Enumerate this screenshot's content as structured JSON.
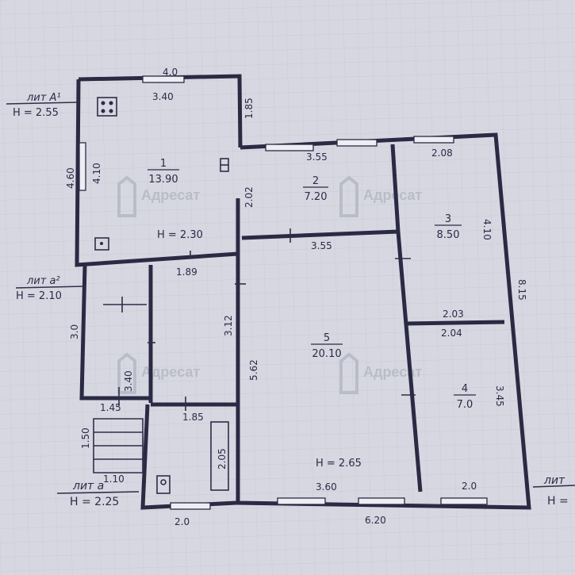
{
  "colors": {
    "paper": "#d7d7e1",
    "ink": "#2c2a48",
    "watermark": "#b9bcc9"
  },
  "watermark": {
    "text": "Адресат"
  },
  "labels": {
    "lit_A1": "лит А¹",
    "h_A1": "H = 2.55",
    "lit_a2": "лит а²",
    "h_a2": "H = 2.10",
    "lit_a": "лит а",
    "h_a": "H = 2.25",
    "lit_right": "лит",
    "h_right": "H ="
  },
  "rooms": [
    {
      "number": "1",
      "area": "13.90"
    },
    {
      "number": "2",
      "area": "7.20"
    },
    {
      "number": "3",
      "area": "8.50"
    },
    {
      "number": "4",
      "area": "7.0"
    },
    {
      "number": "5",
      "area": "20.10"
    }
  ],
  "heights": {
    "room1": "H = 2.30",
    "room5": "H = 2.65"
  },
  "dims": {
    "d4_0": "4.0",
    "d3_40": "3.40",
    "d1_85": "1.85",
    "d4_60": "4.60",
    "d4_10a": "4.10",
    "d3_55a": "3.55",
    "d2_08": "2.08",
    "d2_02": "2.02",
    "d3_55b": "3.55",
    "d4_10b": "4.10",
    "d1_89": "1.89",
    "d8_15": "8.15",
    "d3_0": "3.0",
    "d3_12": "3.12",
    "d2_03": "2.03",
    "d2_04": "2.04",
    "d5_62": "5.62",
    "d3_40b": "3.40",
    "d3_45": "3.45",
    "d1_45": "1.45",
    "d1_85b": "1.85",
    "d1_50": "1.50",
    "d2_05": "2.05",
    "d1_10": "1.10",
    "d3_60": "3.60",
    "d2_0a": "2.0",
    "d2_0b": "2.0",
    "d6_20": "6.20"
  }
}
